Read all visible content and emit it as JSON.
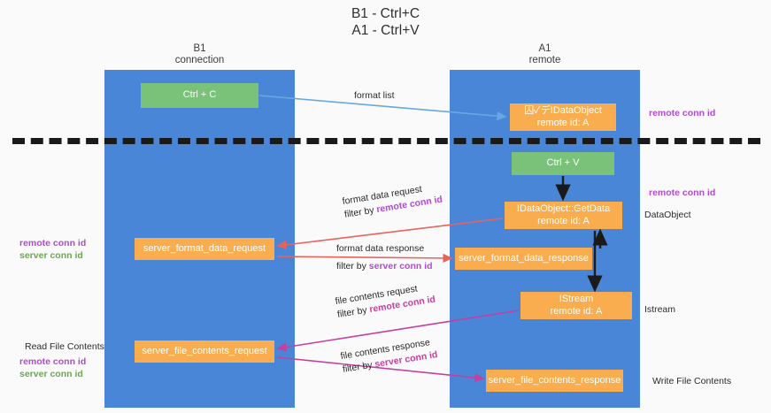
{
  "title": {
    "line1": "B1 - Ctrl+C",
    "line2": "A1 - Ctrl+V"
  },
  "columns": [
    {
      "name": "b1",
      "line1": "B1",
      "line2": "connection"
    },
    {
      "name": "a1",
      "line1": "A1",
      "line2": "remote"
    }
  ],
  "nodes": {
    "ctrl_c": {
      "line1": "Ctrl + C",
      "line2": ""
    },
    "idataobject": {
      "line1": "囚✓デIDataObject",
      "line2": "remote id: A"
    },
    "ctrl_v": {
      "line1": "Ctrl + V",
      "line2": ""
    },
    "getdata": {
      "line1": "IDataObject::GetData",
      "line2": "remote id: A"
    },
    "server_format_data_request": {
      "line1": "server_format_data_request",
      "line2": ""
    },
    "server_format_data_response": {
      "line1": "server_format_data_response",
      "line2": ""
    },
    "istream": {
      "line1": "IStream",
      "line2": "remote id: A"
    },
    "server_file_contents_request": {
      "line1": "server_file_contents_request",
      "line2": ""
    },
    "server_file_contents_response": {
      "line1": "server_file_contents_response",
      "line2": ""
    }
  },
  "edge_labels": {
    "format_list": {
      "line1": "format list",
      "filter_prefix": "",
      "filter_value": ""
    },
    "format_data_request": {
      "line1": "format data request",
      "filter_prefix": "filter by ",
      "filter_value": "remote conn id"
    },
    "format_data_response": {
      "line1": "format data response",
      "filter_prefix": "filter by ",
      "filter_value": "server conn id"
    },
    "file_contents_request": {
      "line1": "file contents request",
      "filter_prefix": "filter by ",
      "filter_value": "remote conn id"
    },
    "file_contents_response": {
      "line1": "file contents response",
      "filter_prefix": "filter by ",
      "filter_value": "server conn id"
    }
  },
  "annotations": {
    "right_remote_conn_id_top": "remote conn id",
    "right_remote_conn_id_mid": "remote conn id",
    "right_dataobject": "DataObject",
    "right_istream": "Istream",
    "right_write_file_contents": "Write File Contents",
    "left_remote_conn_id": "remote conn id",
    "left_server_conn_id": "server conn id",
    "left_read_file_contents": "Read File Contents",
    "left_remote_conn_id_2": "remote conn id",
    "left_server_conn_id_2": "server conn id"
  },
  "colors": {
    "lane": "#4a86d8",
    "green_node": "#7ac27a",
    "orange_node": "#f9ad4e",
    "purple_text": "#b14ad0",
    "green_text": "#6aa84f",
    "arrow_blue": "#6aa7e0",
    "arrow_red": "#e8625c",
    "arrow_magenta": "#c43fa0",
    "arrow_black": "#1a1a1a",
    "background": "#fafafa"
  }
}
